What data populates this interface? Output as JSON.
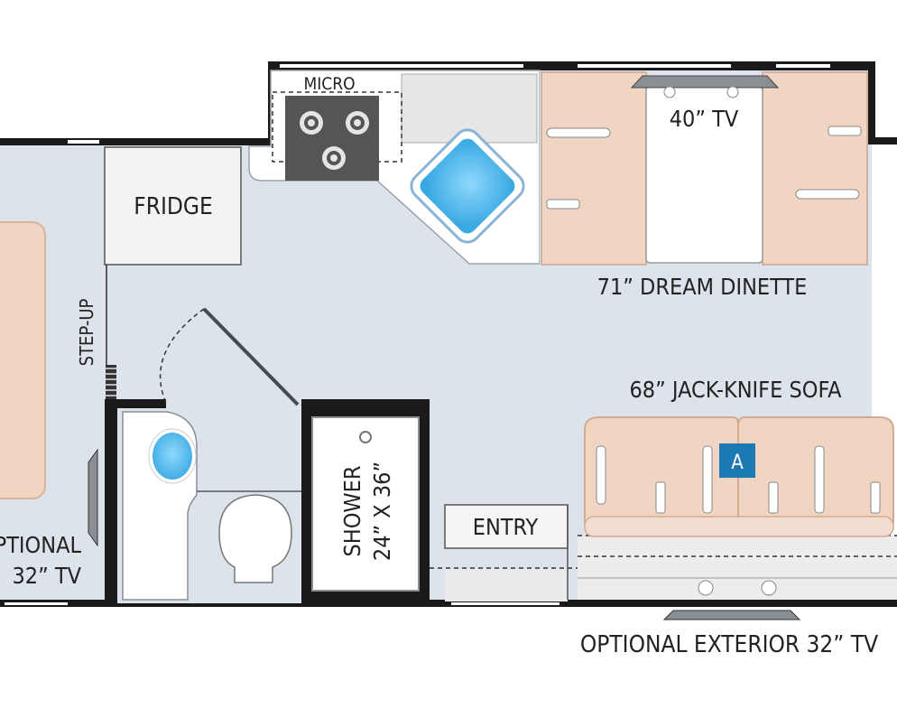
{
  "floorplan": {
    "labels": {
      "micro": "MICRO",
      "fridge": "FRIDGE",
      "tv_40": "40” TV",
      "dinette": "71” DREAM DINETTE",
      "step_up": "STEP-UP",
      "sofa": "68” JACK-KNIFE SOFA",
      "shower_line1": "SHOWER",
      "shower_line2": "24” X 36”",
      "entry": "ENTRY",
      "optional_tv_line1": "OPTIONAL",
      "optional_tv_line2": "32” TV",
      "optional_exterior_tv": "OPTIONAL EXTERIOR 32” TV",
      "marker": "A"
    },
    "colors": {
      "floor": "#dce3ea",
      "wall": "#1a1a1a",
      "counter": "#ffffff",
      "cushion": "#f0d5c3",
      "sink": "#5bc1f0",
      "marker_bg": "#1c79b3",
      "cooktop": "#555555"
    }
  }
}
